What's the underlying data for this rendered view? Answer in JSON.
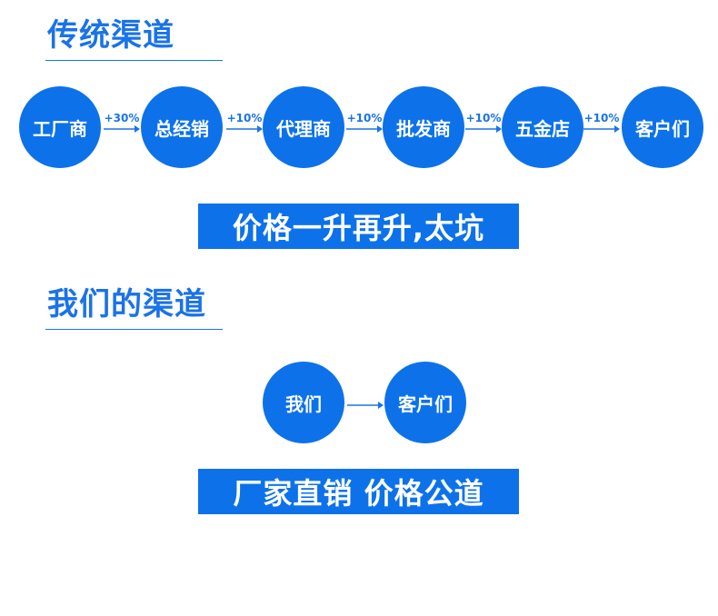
{
  "colors": {
    "accent": "#0d72ea",
    "heading": "#1a73e8",
    "background": "#ffffff"
  },
  "traditional": {
    "title": "传统渠道",
    "nodes": [
      "工厂商",
      "总经销",
      "代理商",
      "批发商",
      "五金店",
      "客户们"
    ],
    "markups": [
      "+30%",
      "+10%",
      "+10%",
      "+10%",
      "+10%"
    ],
    "banner": "价格一升再升,太坑"
  },
  "ours": {
    "title": "我们的渠道",
    "nodes": [
      "我们",
      "客户们"
    ],
    "banner": "厂家直销 价格公道"
  }
}
